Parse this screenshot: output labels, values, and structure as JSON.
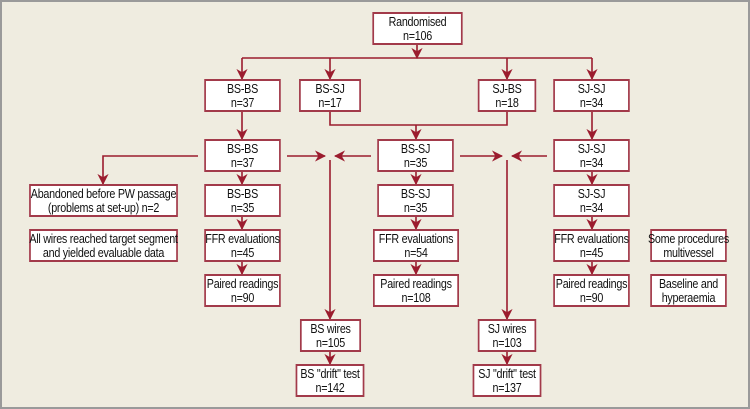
{
  "colors": {
    "background": "#efece0",
    "box_fill": "#ffffff",
    "box_border": "#a23a4a",
    "arrow": "#9b1c2e",
    "frame": "#9a9a9a"
  },
  "nodes": {
    "randomised": {
      "line1": "Randomised",
      "line2": "n=106"
    },
    "alloc_bsbs": {
      "line1": "BS-BS",
      "line2": "n=37"
    },
    "alloc_bssj": {
      "line1": "BS-SJ",
      "line2": "n=17"
    },
    "alloc_sjbs": {
      "line1": "SJ-BS",
      "line2": "n=18"
    },
    "alloc_sjsj": {
      "line1": "SJ-SJ",
      "line2": "n=34"
    },
    "group_bsbs": {
      "line1": "BS-BS",
      "line2": "n=37"
    },
    "group_bssj": {
      "line1": "BS-SJ",
      "line2": "n=35"
    },
    "group_sjsj": {
      "line1": "SJ-SJ",
      "line2": "n=34"
    },
    "abandoned": {
      "line1": "Abandoned before PW passage",
      "line2": "(problems at set-up) n=2"
    },
    "analysed_bsbs": {
      "line1": "BS-BS",
      "line2": "n=35"
    },
    "analysed_bssj": {
      "line1": "BS-SJ",
      "line2": "n=35"
    },
    "analysed_sjsj": {
      "line1": "SJ-SJ",
      "line2": "n=34"
    },
    "all_wires_note": {
      "line1": "All wires reached target segment",
      "line2": "and yielded evaluable data"
    },
    "ffr_bsbs": {
      "line1": "FFR evaluations",
      "line2": "n=45"
    },
    "ffr_bssj": {
      "line1": "FFR evaluations",
      "line2": "n=54"
    },
    "ffr_sjsj": {
      "line1": "FFR evaluations",
      "line2": "n=45"
    },
    "multivessel_note": {
      "line1": "Some procedures",
      "line2": "multivessel"
    },
    "paired_bsbs": {
      "line1": "Paired readings",
      "line2": "n=90"
    },
    "paired_bssj": {
      "line1": "Paired readings",
      "line2": "n=108"
    },
    "paired_sjsj": {
      "line1": "Paired readings",
      "line2": "n=90"
    },
    "baseline_note": {
      "line1": "Baseline and",
      "line2": "hyperaemia"
    },
    "bs_wires": {
      "line1": "BS wires",
      "line2": "n=105"
    },
    "sj_wires": {
      "line1": "SJ wires",
      "line2": "n=103"
    },
    "bs_drift": {
      "line1": "BS \"drift\" test",
      "line2": "n=142"
    },
    "sj_drift": {
      "line1": "SJ \"drift\" test",
      "line2": "n=137"
    }
  }
}
